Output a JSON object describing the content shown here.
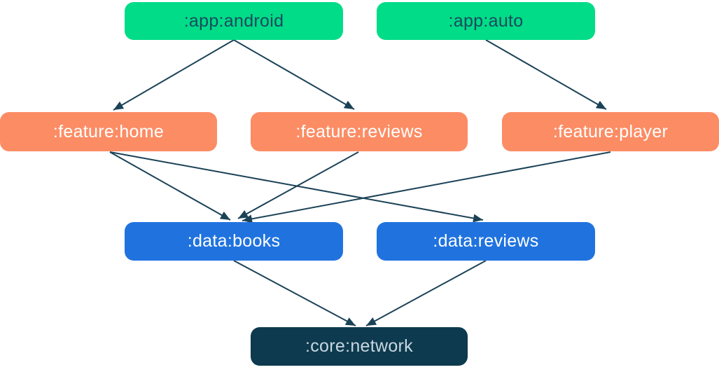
{
  "diagram": {
    "kind": "module-dependency-graph",
    "nodes": [
      {
        "id": "app-android",
        "label": ":app:android",
        "type": "app"
      },
      {
        "id": "app-auto",
        "label": ":app:auto",
        "type": "app"
      },
      {
        "id": "feature-home",
        "label": ":feature:home",
        "type": "feature"
      },
      {
        "id": "feature-reviews",
        "label": ":feature:reviews",
        "type": "feature"
      },
      {
        "id": "feature-player",
        "label": ":feature:player",
        "type": "feature"
      },
      {
        "id": "data-books",
        "label": ":data:books",
        "type": "data"
      },
      {
        "id": "data-reviews",
        "label": ":data:reviews",
        "type": "data"
      },
      {
        "id": "core-network",
        "label": ":core:network",
        "type": "core"
      }
    ],
    "edges": [
      {
        "from": "app-android",
        "to": "feature-home"
      },
      {
        "from": "app-android",
        "to": "feature-reviews"
      },
      {
        "from": "app-auto",
        "to": "feature-player"
      },
      {
        "from": "feature-home",
        "to": "data-books"
      },
      {
        "from": "feature-home",
        "to": "data-reviews"
      },
      {
        "from": "feature-reviews",
        "to": "data-books"
      },
      {
        "from": "feature-player",
        "to": "data-books"
      },
      {
        "from": "data-books",
        "to": "core-network"
      },
      {
        "from": "data-reviews",
        "to": "core-network"
      }
    ],
    "colors": {
      "app_fill": "#00DC87",
      "app_text": "#1A4A5E",
      "feature_fill": "#FC8C64",
      "feature_text": "#FFFFFF",
      "data_fill": "#2073DF",
      "data_text": "#FFFFFF",
      "core_fill": "#0D3A4E",
      "core_text": "#C9D7E0",
      "edge": "#1B4257"
    }
  }
}
